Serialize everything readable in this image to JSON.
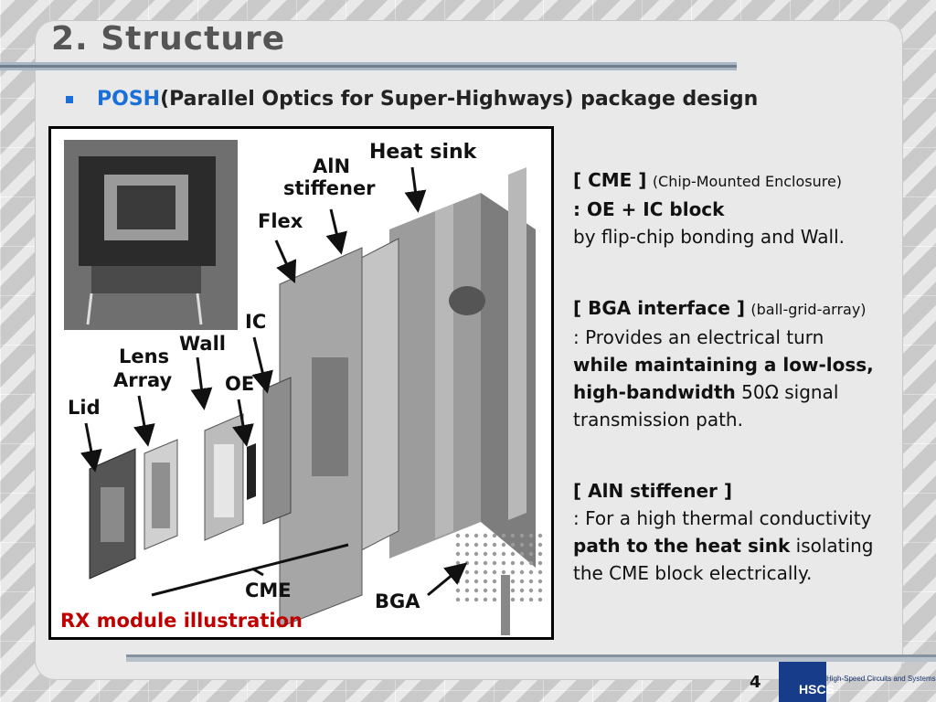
{
  "slide": {
    "title": "2. Structure",
    "bullet": {
      "accent": "POSH",
      "rest": "(Parallel Optics for Super-Highways) package design"
    },
    "figure": {
      "caption": "RX module illustration",
      "labels": {
        "heat_sink": "Heat sink",
        "aln_1": "AlN",
        "aln_2": "stiffener",
        "flex": "Flex",
        "ic": "IC",
        "wall": "Wall",
        "lens_1": "Lens",
        "lens_2": "Array",
        "oe": "OE",
        "lid": "Lid",
        "cme": "CME",
        "bga": "BGA"
      }
    },
    "descriptions": {
      "cme": {
        "heading": "[ CME ]",
        "sub": "(Chip-Mounted Enclosure)",
        "line1": ": OE + IC block",
        "line2": "by flip-chip bonding and Wall."
      },
      "bga": {
        "heading": "[ BGA interface ]",
        "sub": "(ball-grid-array)",
        "line1": ": Provides an electrical turn",
        "bold1": "while maintaining a low-loss,",
        "bold2": "high-bandwidth",
        "rest2": " 50Ω signal",
        "line4": "transmission path."
      },
      "aln": {
        "heading": "[ AlN stiffener ]",
        "line1": ": For a high thermal conductivity",
        "bold1": "path to the heat sink",
        "rest1": " isolating",
        "line3": "the CME block electrically."
      }
    },
    "page_number": "4",
    "logo": {
      "mark": "HSCS",
      "lab_name": "High-Speed Circuits and Systems Laboratory"
    }
  }
}
